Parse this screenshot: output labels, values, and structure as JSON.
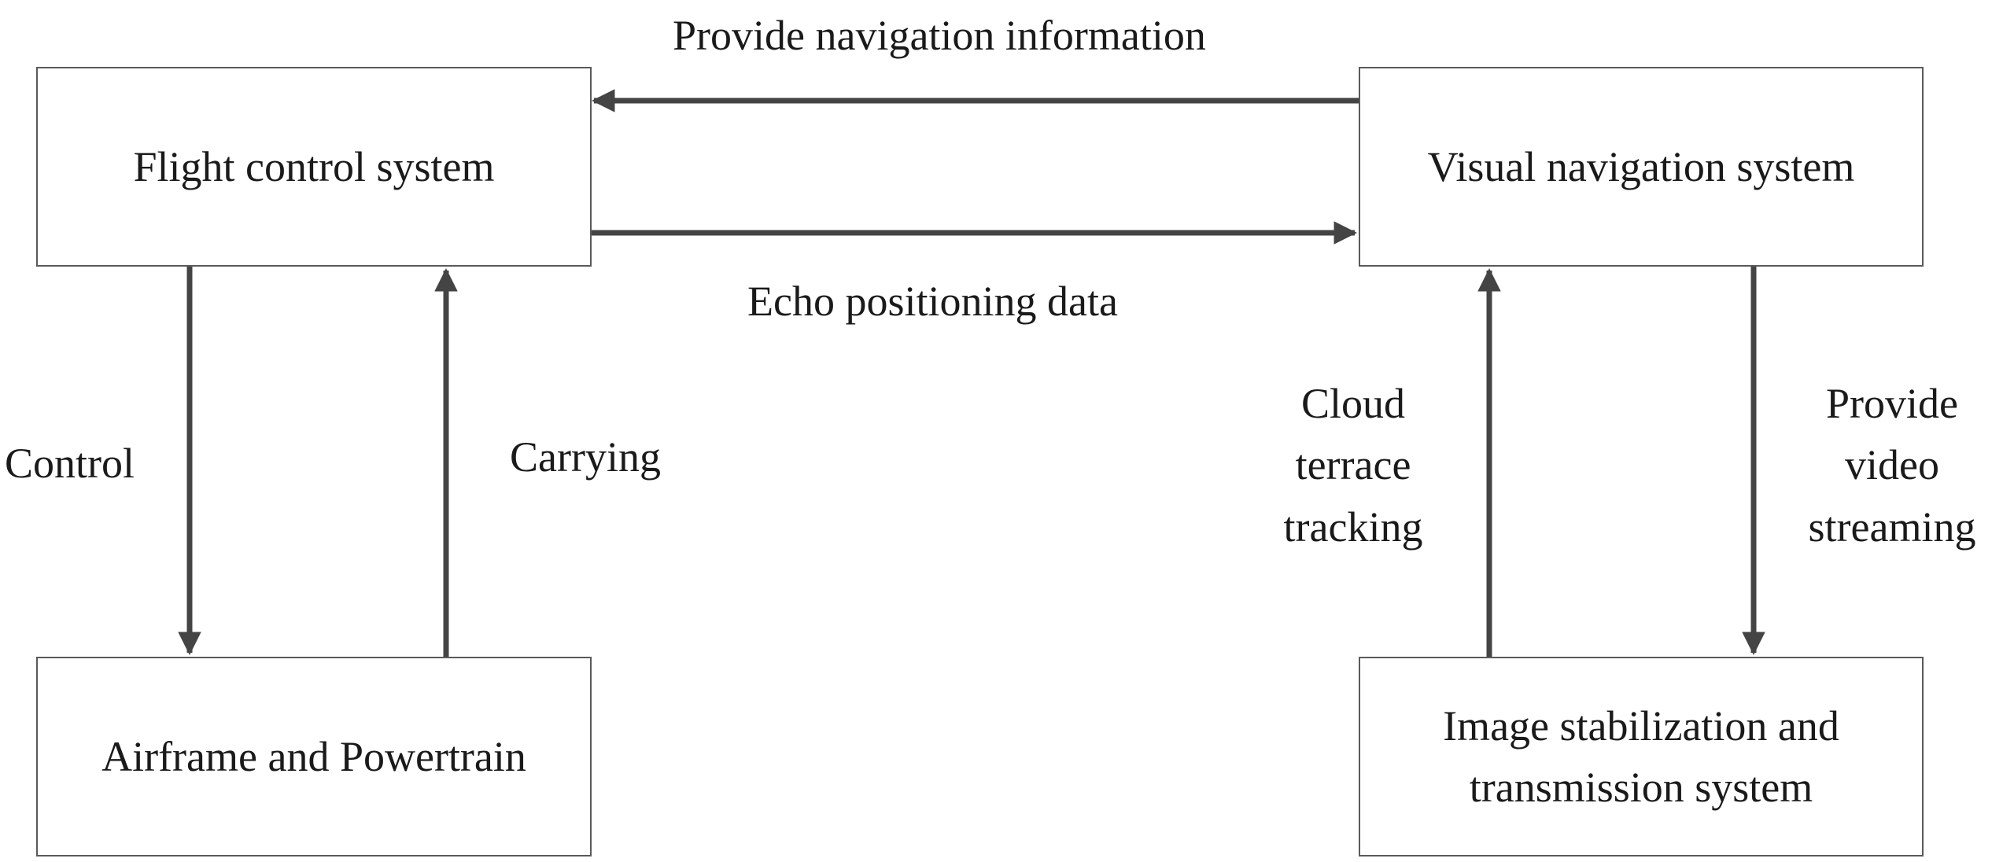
{
  "diagram": {
    "boxes": {
      "flight_control": "Flight control system",
      "visual_navigation": "Visual navigation system",
      "airframe": "Airframe and Powertrain",
      "image_stabilization": "Image stabilization and\ntransmission system"
    },
    "edges": {
      "provide_navigation": "Provide navigation information",
      "echo_positioning": "Echo positioning data",
      "control": "Control",
      "carrying": "Carrying",
      "cloud_terrace": "Cloud\nterrace\ntracking",
      "provide_video": "Provide\nvideo\nstreaming"
    },
    "colors": {
      "line": "#444444",
      "box_border": "#5a5a5a",
      "text": "#1a1a1a"
    }
  }
}
